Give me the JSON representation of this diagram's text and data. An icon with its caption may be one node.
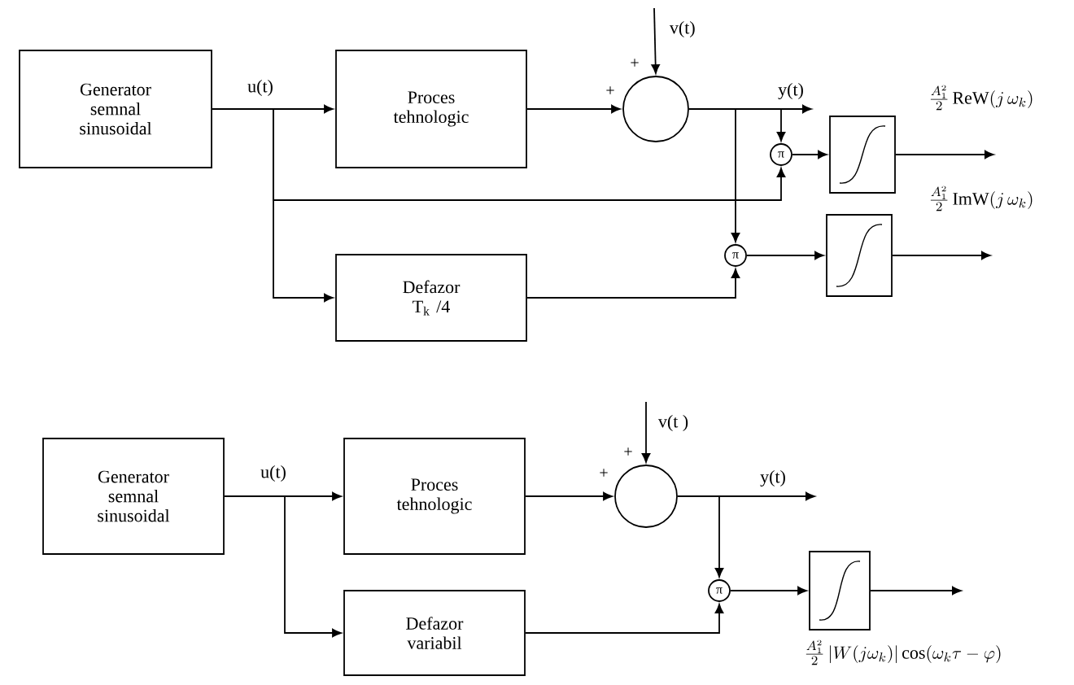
{
  "diagram": {
    "nodes": [
      {
        "text": [
          "Generator semnal sinusoidal"
        ]
      },
      {
        "text": [
          "Proces tehnologic"
        ]
      },
      {
        "text": [
          "Defazor",
          "T$_{k}$ /4"
        ]
      },
      {
        "text": [],
        "shape": "circle",
        "beside": [
          "+",
          "+"
        ]
      },
      {
        "text": [
          "π"
        ]
      },
      {
        "text": [
          "π"
        ]
      },
      {
        "text": [],
        "shape": "box"
      },
      {
        "text": [],
        "shape": "box"
      },
      {
        "text": [
          "Generator semnal sinusoidal"
        ]
      },
      {
        "text": [
          "Proces tehnologic"
        ]
      },
      {
        "text": [
          "Defazor variabil"
        ]
      },
      {
        "text": [],
        "shape": "circle",
        "beside": [
          "+",
          "+"
        ]
      },
      {
        "text": [
          "π"
        ]
      },
      {
        "text": [],
        "shape": "box"
      }
    ],
    "edges": [
      {
        "from": 0,
        "to": 1,
        "arrow": "to",
        "label": "u(t)"
      },
      {
        "from": 0,
        "to": 2,
        "arrow": "to"
      },
      {
        "from": 0,
        "to": 4,
        "arrow": "to"
      },
      {
        "from": 1,
        "to": 3,
        "arrow": "to"
      },
      {
        "from": null,
        "to": 3,
        "arrow": "to",
        "label": "v(t)"
      },
      {
        "from": 3,
        "to": null,
        "arrow": "to",
        "label": "y(t)"
      },
      {
        "from": 3,
        "to": 4,
        "arrow": "to"
      },
      {
        "from": 3,
        "to": 5,
        "arrow": "to"
      },
      {
        "from": 2,
        "to": 5,
        "arrow": "to"
      },
      {
        "from": 4,
        "to": 6,
        "arrow": "to"
      },
      {
        "from": 5,
        "to": 7,
        "arrow": "to"
      },
      {
        "from": 6,
        "to": null,
        "arrow": "to",
        "label": "\\frac{A_1^2}{2}\\,\\mathrm{ReW}(j\\,\\omega_k)"
      },
      {
        "from": 7,
        "to": null,
        "arrow": "to",
        "label": "\\frac{A_1^2}{2}\\,\\mathrm{ImW}(j\\,\\omega_k)"
      },
      {
        "from": 8,
        "to": 9,
        "arrow": "to",
        "label": "u(t)"
      },
      {
        "from": 8,
        "to": 10,
        "arrow": "to"
      },
      {
        "from": 9,
        "to": 11,
        "arrow": "to"
      },
      {
        "from": null,
        "to": 11,
        "arrow": "to",
        "label": "v(t )"
      },
      {
        "from": 11,
        "to": null,
        "arrow": "to",
        "label": "y(t)"
      },
      {
        "from": 11,
        "to": 12,
        "arrow": "to"
      },
      {
        "from": 10,
        "to": 12,
        "arrow": "to"
      },
      {
        "from": 12,
        "to": 13,
        "arrow": "to"
      },
      {
        "from": 13,
        "to": null,
        "arrow": "to",
        "label": "\\frac{A_1^2}{2}\\left|W(j\\omega_k)\\right|\\cos(\\omega_k\\tau-\\varphi)"
      }
    ]
  }
}
